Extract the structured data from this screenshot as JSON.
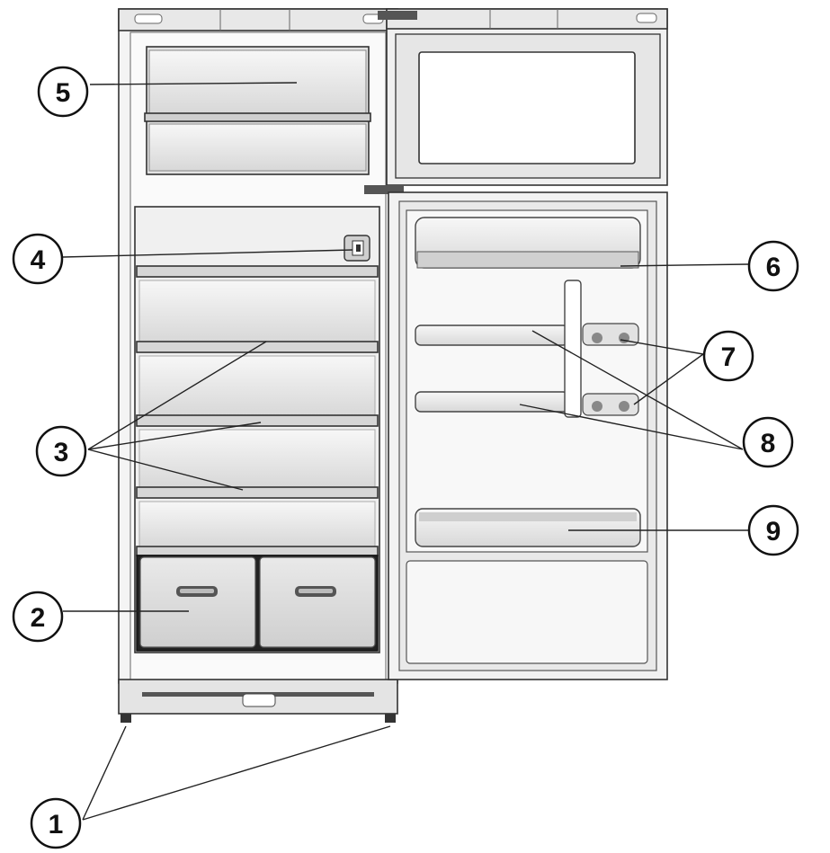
{
  "callouts": [
    {
      "id": "c1",
      "label": "1"
    },
    {
      "id": "c2",
      "label": "2"
    },
    {
      "id": "c3",
      "label": "3"
    },
    {
      "id": "c4",
      "label": "4"
    },
    {
      "id": "c5",
      "label": "5"
    },
    {
      "id": "c6",
      "label": "6"
    },
    {
      "id": "c7",
      "label": "7"
    },
    {
      "id": "c8",
      "label": "8"
    },
    {
      "id": "c9",
      "label": "9"
    }
  ],
  "colors": {
    "line": "#222222",
    "cabinet_fill": "#f4f4f4",
    "shelf_fill": "#e6e6e6",
    "drawer_fill": "#dcdcdc",
    "dark_trim": "#555555"
  }
}
